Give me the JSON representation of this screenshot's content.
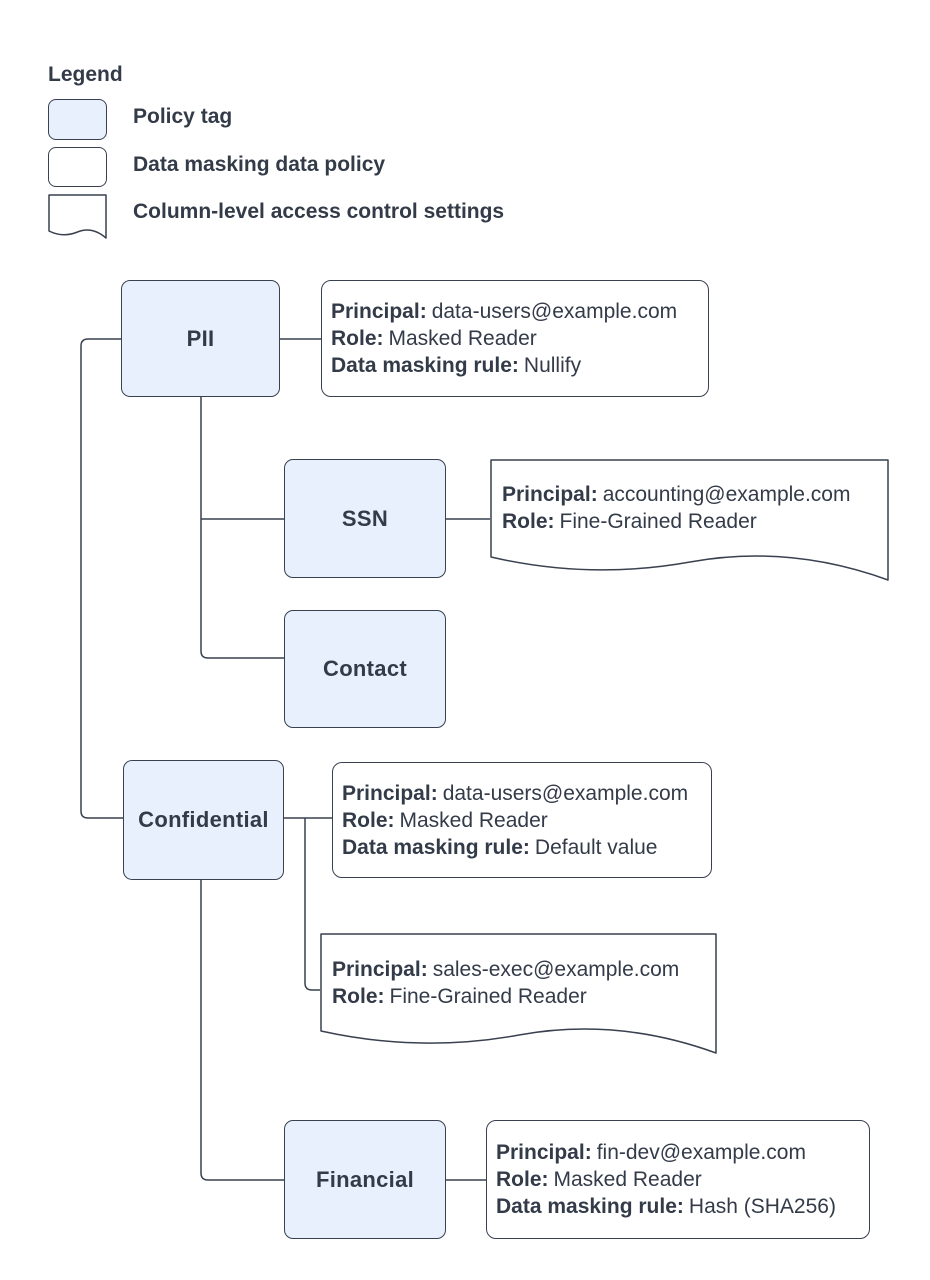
{
  "colors": {
    "policy_tag_fill": "#e8f0fe",
    "shape_stroke": "#39414f",
    "text_color": "#333b49",
    "background": "#ffffff"
  },
  "legend": {
    "title": "Legend",
    "items": [
      {
        "shape": "policy-tag",
        "label": "Policy tag"
      },
      {
        "shape": "data-masking-data-policy",
        "label": "Data masking data policy"
      },
      {
        "shape": "column-level-access-control",
        "label": "Column-level access control settings"
      }
    ]
  },
  "nodes": {
    "pii": {
      "label": "PII"
    },
    "ssn": {
      "label": "SSN"
    },
    "contact": {
      "label": "Contact"
    },
    "confidential": {
      "label": "Confidential"
    },
    "financial": {
      "label": "Financial"
    }
  },
  "policies": {
    "pii_masking": {
      "lines": [
        {
          "label": "Principal:",
          "value": "data-users@example.com"
        },
        {
          "label": "Role:",
          "value": "Masked Reader"
        },
        {
          "label": "Data masking rule:",
          "value": "Nullify"
        }
      ]
    },
    "ssn_access": {
      "lines": [
        {
          "label": "Principal:",
          "value": "accounting@example.com"
        },
        {
          "label": "Role:",
          "value": "Fine-Grained Reader"
        }
      ]
    },
    "confidential_masking": {
      "lines": [
        {
          "label": "Principal:",
          "value": "data-users@example.com"
        },
        {
          "label": "Role:",
          "value": "Masked Reader"
        },
        {
          "label": "Data masking rule:",
          "value": "Default value"
        }
      ]
    },
    "confidential_access": {
      "lines": [
        {
          "label": "Principal:",
          "value": "sales-exec@example.com"
        },
        {
          "label": "Role:",
          "value": "Fine-Grained Reader"
        }
      ]
    },
    "financial_masking": {
      "lines": [
        {
          "label": "Principal:",
          "value": "fin-dev@example.com"
        },
        {
          "label": "Role:",
          "value": "Masked Reader"
        },
        {
          "label": "Data masking rule:",
          "value": "Hash (SHA256)"
        }
      ]
    }
  }
}
